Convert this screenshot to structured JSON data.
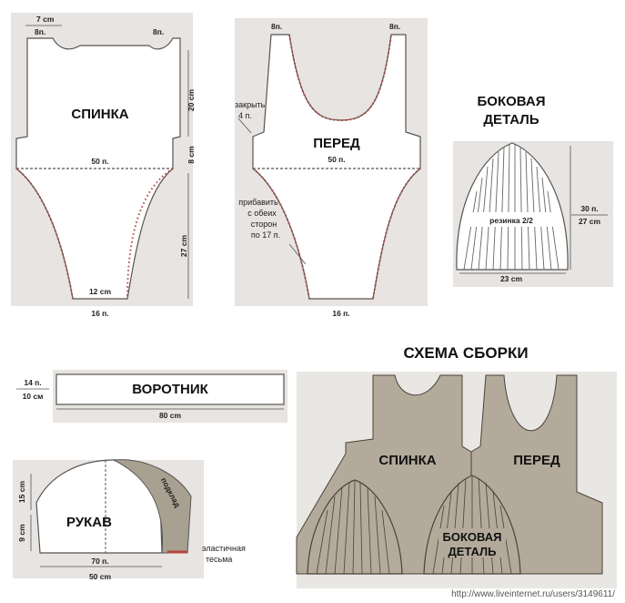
{
  "back": {
    "title": "СПИНКА",
    "top_width": "7 cm",
    "shoulder_left": "8п.",
    "shoulder_right": "8п.",
    "height_upper": "20 cm",
    "height_mid": "8 cm",
    "height_lower": "27 cm",
    "width_stitches": "50 п.",
    "bottom_cm": "12 cm",
    "bottom_stitches": "16 п."
  },
  "front": {
    "title": "ПЕРЕД",
    "shoulder_left": "8п.",
    "shoulder_right": "8п.",
    "close_note": "закрыть",
    "close_count": "4 п.",
    "width_stitches": "50 п.",
    "add_line1": "прибавить",
    "add_line2": "с обеих",
    "add_line3": "сторон",
    "add_line4": "по 17 п.",
    "bottom_stitches": "16 п."
  },
  "side": {
    "title_line1": "БОКОВАЯ",
    "title_line2": "ДЕТАЛЬ",
    "rib": "резинка 2/2",
    "height_stitches": "30 п.",
    "height_cm": "27 cm",
    "width_cm": "23 cm"
  },
  "collar": {
    "title": "ВОРОТНИК",
    "stitches": "14 п.",
    "cm": "10 см",
    "length": "80 cm"
  },
  "sleeve": {
    "title": "РУКАВ",
    "height_top": "15 cm",
    "height_bottom": "9 cm",
    "lining": "подклад",
    "elastic_line1": "эластичная",
    "elastic_line2": "тесьма",
    "width_stitches": "70 п.",
    "width_cm": "50 cm"
  },
  "assembly": {
    "title": "СХЕМА СБОРКИ",
    "back": "СПИНКА",
    "front": "ПЕРЕД",
    "side_line1": "БОКОВАЯ",
    "side_line2": "ДЕТАЛЬ"
  },
  "watermark": "http://www.liveinternet.ru/users/3149611/",
  "colors": {
    "outline": "#555555",
    "decrease_dots": "#b5453c",
    "assembly_fill": "#b3aa9b",
    "assembly_dark": "#4a4238",
    "lining_fill": "#a8a090"
  }
}
